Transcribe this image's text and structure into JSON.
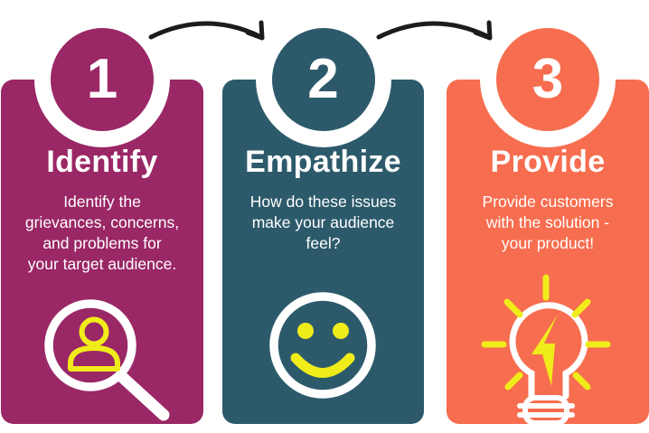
{
  "colors": {
    "card1": "#9a2766",
    "card2": "#2c5a6b",
    "card3": "#f76d4f",
    "yellow": "#f0ec1a",
    "arrow": "#1c1c1c",
    "text": "#ffffff",
    "background": "#ffffff"
  },
  "steps": [
    {
      "number": "1",
      "title": "Identify",
      "body": "Identify the\ngrievances, concerns,\nand problems for\nyour target audience.",
      "icon": "magnifier-person-icon"
    },
    {
      "number": "2",
      "title": "Empathize",
      "body": "How do these issues\nmake your audience\nfeel?",
      "icon": "smiley-face-icon"
    },
    {
      "number": "3",
      "title": "Provide",
      "body": "Provide customers\nwith the solution -\nyour product!",
      "icon": "lightbulb-bolt-icon"
    }
  ]
}
